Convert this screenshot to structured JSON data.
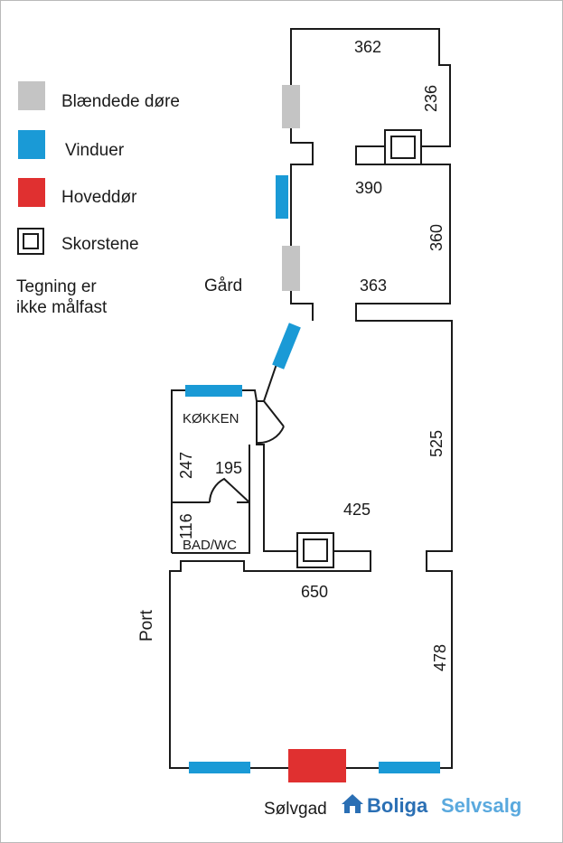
{
  "legend": {
    "blind_doors": "Blændede døre",
    "windows": "Vinduer",
    "main_door": "Hoveddør",
    "chimneys": "Skorstene",
    "note_line1": "Tegning er",
    "note_line2": "ikke målfast"
  },
  "colors": {
    "blind_door": "#c4c4c4",
    "window": "#1a9ad6",
    "main_door": "#e03030",
    "wall": "#1a1a1a",
    "logo_house": "#2a6fb4",
    "logo_text": "#5aa9de"
  },
  "plan": {
    "yard": "Gård",
    "kitchen": "KØKKEN",
    "bathroom": "BAD/WC",
    "port": "Port",
    "street": "Sølvgad"
  },
  "dimensions": {
    "d362": "362",
    "d236": "236",
    "d390": "390",
    "d360": "360",
    "d363": "363",
    "d525": "525",
    "d247": "247",
    "d195": "195",
    "d116": "116",
    "d425": "425",
    "d650": "650",
    "d478": "478"
  },
  "logo": {
    "word1": "Boliga",
    "word2": "Selvsalg"
  }
}
